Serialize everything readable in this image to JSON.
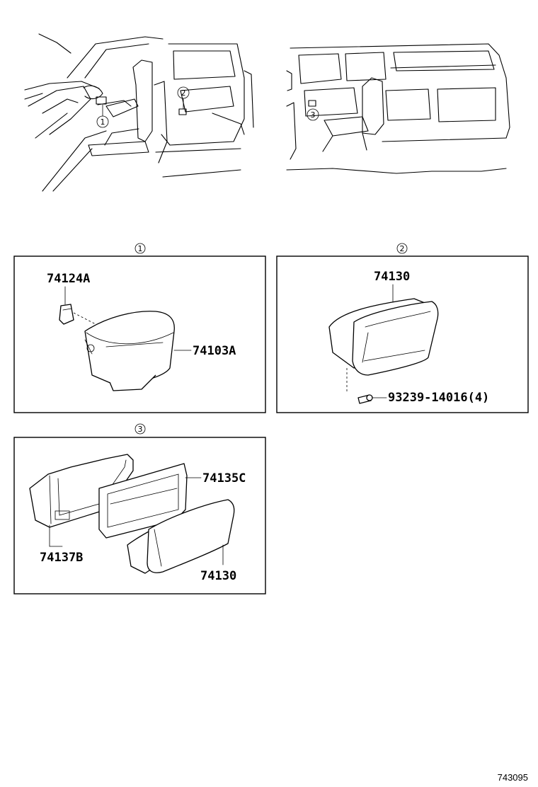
{
  "overview": {
    "front_marker": "1",
    "mid_marker": "2",
    "rear_marker": "3"
  },
  "panels": [
    {
      "marker": "1",
      "labels": [
        "74124A",
        "74103A"
      ]
    },
    {
      "marker": "2",
      "labels": [
        "74130",
        "93239-14016(4)"
      ]
    },
    {
      "marker": "3",
      "labels": [
        "74135C",
        "74137B",
        "74130"
      ]
    }
  ],
  "reference_code": "743095"
}
